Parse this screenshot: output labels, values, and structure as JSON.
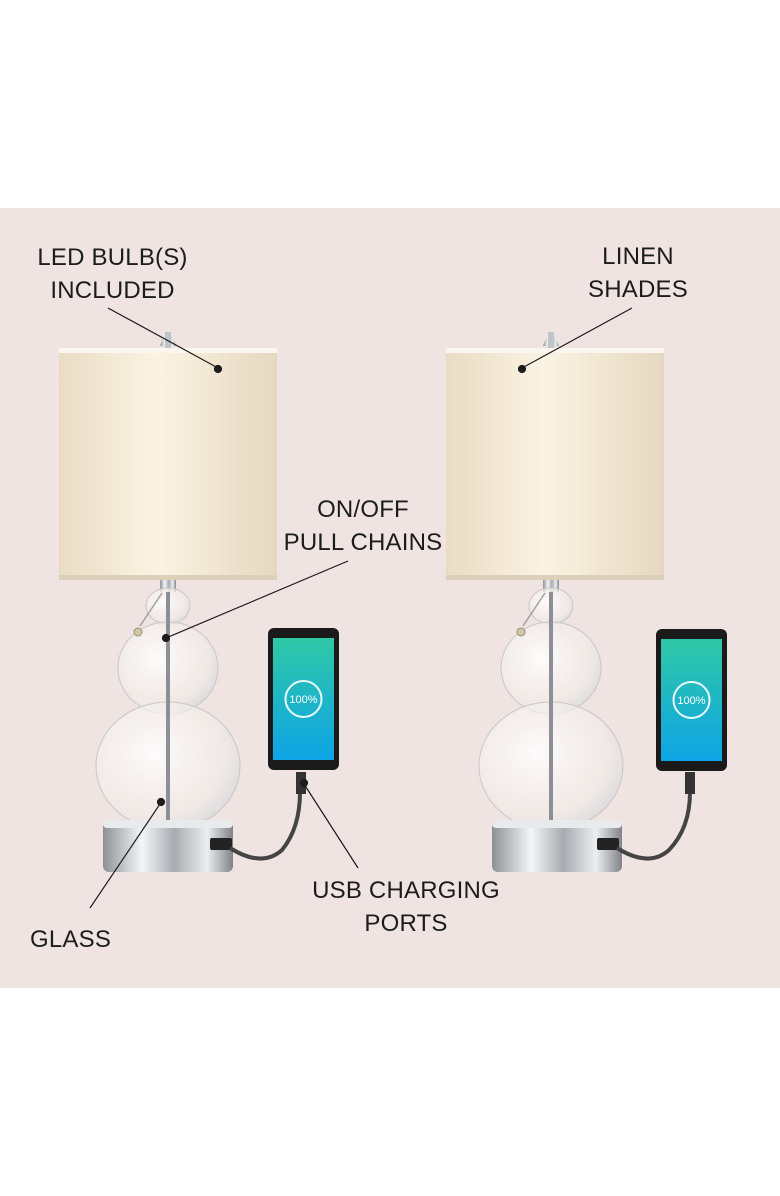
{
  "labels": {
    "led_bulbs": [
      "LED BULB(S)",
      "INCLUDED"
    ],
    "linen_shades": [
      "LINEN",
      "SHADES"
    ],
    "pull_chains": [
      "ON/OFF",
      "PULL CHAINS"
    ],
    "usb_ports": [
      "USB CHARGING",
      "PORTS"
    ],
    "glass": "GLASS"
  },
  "phones": {
    "left_battery": "100%",
    "right_battery": "100%"
  },
  "colors": {
    "background": "#efe4e1",
    "shade": "#f6ecd8",
    "chrome": "#c9ccd1",
    "phone_screen_top": "#2fc8a6",
    "phone_screen_bottom": "#0ea4e6",
    "text": "#1c1c1c"
  }
}
